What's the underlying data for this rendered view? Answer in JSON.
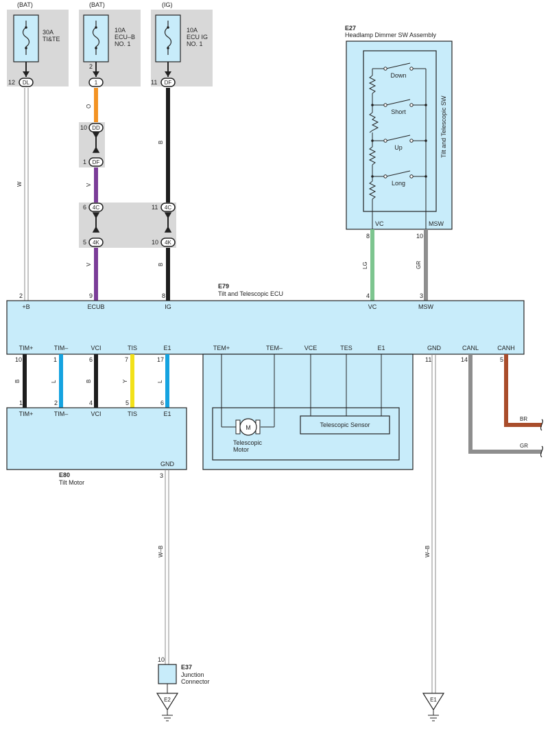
{
  "sources": {
    "bat1": "(BAT)",
    "bat2": "(BAT)",
    "ig": "(IG)"
  },
  "fuses": {
    "f1": {
      "amps": "30A",
      "name": "TI&TE",
      "name2": ""
    },
    "f2": {
      "amps": "10A",
      "name": "ECU–B",
      "name2": "NO. 1"
    },
    "f3": {
      "amps": "10A",
      "name": "ECU IG",
      "name2": "NO. 1"
    }
  },
  "connectors": {
    "DL": "DL",
    "one": "1",
    "DF_top": "DF",
    "DD": "DD",
    "DF_mid": "DF",
    "c4C_a": "4C",
    "c4C_b": "4C",
    "c4K_a": "4K",
    "c4K_b": "4K"
  },
  "pins": {
    "p12": "12",
    "p2a": "2",
    "p11": "11",
    "p10a": "10",
    "p1a": "1",
    "p6a": "6",
    "p11b": "11",
    "p5a": "5",
    "p10b": "10",
    "ecu_b": "2",
    "ecu_ecub": "9",
    "ecu_ig": "8",
    "ecu_vc": "4",
    "ecu_msw": "3",
    "sw_vc": "8",
    "sw_msw": "10",
    "tim_plus": "10",
    "tim_minus": "1",
    "vci": "6",
    "tis": "7",
    "e1": "17",
    "gnd": "11",
    "canl": "14",
    "canh": "5",
    "m_tim_plus": "1",
    "m_tim_minus": "2",
    "m_vci": "4",
    "m_tis": "5",
    "m_e1": "6",
    "m_gnd": "3",
    "jc": "10"
  },
  "wires": {
    "w": "W",
    "o": "O",
    "v1": "V",
    "v2": "V",
    "b1": "B",
    "b2": "B",
    "lg": "LG",
    "gr": "GR",
    "b3": "B",
    "l1": "L",
    "b4": "B",
    "y": "Y",
    "l2": "L",
    "wb1": "W–B",
    "wb2": "W–B",
    "br": "BR",
    "gr2": "GR"
  },
  "switch_assembly": {
    "code": "E27",
    "name": "Headlamp Dimmer SW Assembly",
    "inner_label": "Tilt and Telescopic SW",
    "positions": [
      "Down",
      "Short",
      "Up",
      "Long"
    ],
    "vc": "VC",
    "msw": "MSW"
  },
  "ecu": {
    "code": "E79",
    "name": "Tilt and Telescopic ECU",
    "top_terms": {
      "b": "+B",
      "ecub": "ECUB",
      "ig": "IG",
      "vc": "VC",
      "msw": "MSW"
    },
    "bottom_terms": {
      "tim_plus": "TIM+",
      "tim_minus": "TIM–",
      "vci": "VCI",
      "tis": "TIS",
      "e1": "E1",
      "tem_plus": "TEM+",
      "tem_minus": "TEM–",
      "vce": "VCE",
      "tes": "TES",
      "e1b": "E1",
      "gnd": "GND",
      "canl": "CANL",
      "canh": "CANH"
    }
  },
  "telescopic": {
    "motor_symbol": "M",
    "motor_label1": "Telescopic",
    "motor_label2": "Motor",
    "sensor": "Telescopic Sensor"
  },
  "tilt_motor": {
    "code": "E80",
    "name": "Tilt Motor",
    "terms": {
      "tim_plus": "TIM+",
      "tim_minus": "TIM–",
      "vci": "VCI",
      "tis": "TIS",
      "e1": "E1",
      "gnd": "GND"
    }
  },
  "junction": {
    "code": "E37",
    "name1": "Junction",
    "name2": "Connector"
  },
  "grounds": {
    "e2": "E2",
    "e1": "E1"
  },
  "colors": {
    "orange": "#f39323",
    "violet": "#7b3d98",
    "black": "#1e1e1e",
    "light_green": "#7dc58f",
    "gray": "#8e8e8e",
    "blue": "#15a3e0",
    "yellow": "#f2e11a",
    "brown": "#a94d2b",
    "component": "#c8ecfa",
    "shade": "#d8d8d8"
  }
}
